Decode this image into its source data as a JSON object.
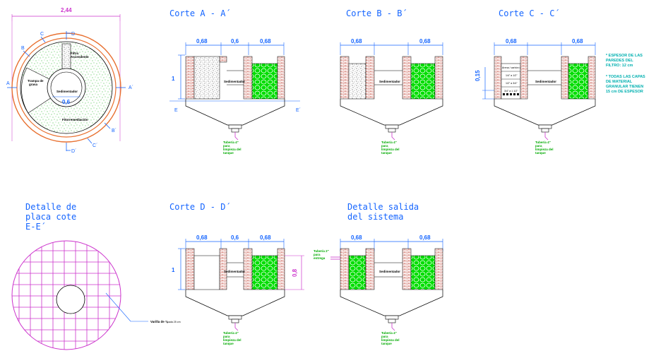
{
  "plan": {
    "diameter": "2,44",
    "inner_diameter": "0,6",
    "cut_labels": [
      "A",
      "A´",
      "B",
      "B´",
      "C",
      "C´",
      "D",
      "D´"
    ],
    "zones": {
      "filtro": "Filtro",
      "ascendente": "Ascendente",
      "trampa": "Trampa de",
      "grasa": "grasa",
      "sedimentador": "Sedimentador",
      "fitorremediacion": "Fitorremediación"
    }
  },
  "sections": {
    "aa": {
      "title": "Corte A - A´",
      "dims": [
        "0,68",
        "0,6",
        "0,68"
      ],
      "height": "1",
      "left_tag": "E",
      "right_tag": "E´"
    },
    "bb": {
      "title": "Corte B - B´",
      "dims": [
        "0,68",
        "0,68"
      ]
    },
    "cc": {
      "title": "Corte C - C´",
      "dims": [
        "0,68",
        "0,68"
      ],
      "height": "0,15",
      "layers": [
        "Arena / carbón de 1/8",
        "1/4\" a 1/2\"",
        "1/2\" a 3/4\"",
        "3/4\" a 1 1/2\""
      ]
    },
    "dd": {
      "title": "Corte D - D´",
      "dims": [
        "0,68",
        "0,6",
        "0,68"
      ],
      "height": "1",
      "inner_height": "0,8"
    },
    "exit": {
      "title_l1": "Detalle salida",
      "title_l2": "del sistema",
      "dims": [
        "0,68",
        "0,68"
      ],
      "pipe_l1": "Tubería 2\"",
      "pipe_l2": "para",
      "pipe_l3": "entrega"
    }
  },
  "common": {
    "sedimentador": "Sedimentador",
    "drain_l1": "Tubería 4\"",
    "drain_l2": "para",
    "drain_l3": "limpieza del",
    "drain_l4": "tanque"
  },
  "plate": {
    "title_l1": "Detalle de",
    "title_l2": "placa cote",
    "title_l3": "E-E´",
    "rebar_label": "Varilla de ⅜",
    "rebar_spacing": "cada 25 cm"
  },
  "notes": {
    "n1": [
      "* ESPESOR DE LAS",
      "PAREDES DEL",
      "FILTRO: 12 cm"
    ],
    "n2": [
      "* TODAS LAS CAPAS",
      "DE MATERIAL",
      "GRANULAR TIENEN",
      "15 cm DE ESPESOR"
    ]
  },
  "colors": {
    "outline": "#000000",
    "dimension": "#1565ff",
    "brick": "#c0392b",
    "outer_ring": "#e87030",
    "gravel": "#00cc00",
    "grid": "#cc33cc",
    "note": "#00b0b0"
  }
}
